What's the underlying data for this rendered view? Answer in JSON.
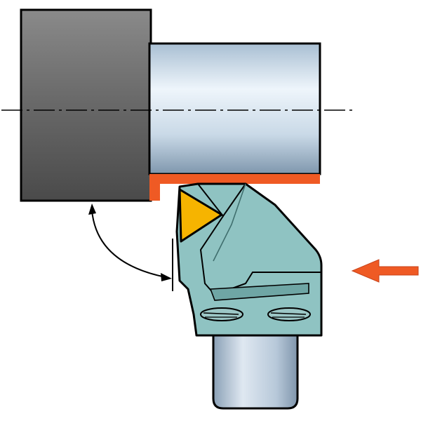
{
  "diagram": {
    "subject": "turning-tool-schematic",
    "labels": [],
    "colors": {
      "chuck_dark": "#4a4a4a",
      "chuck_light": "#8a8a8a",
      "workpiece_light": "#eef5fb",
      "workpiece_mid": "#bcd0e2",
      "workpiece_dark": "#7f97ad",
      "machined_layer": "#ef5a24",
      "feed_arrow": "#ef5a24",
      "insert": "#f6b400",
      "tool_holder": "#8fc3c2",
      "tool_holder_dark": "#6fa6a5",
      "shank_light": "#dfe8f1",
      "shank_dark": "#8aa0b6",
      "outline": "#000000"
    },
    "icons": [
      "feed-direction-arrow",
      "angle-arc-arrow",
      "centerline"
    ]
  }
}
